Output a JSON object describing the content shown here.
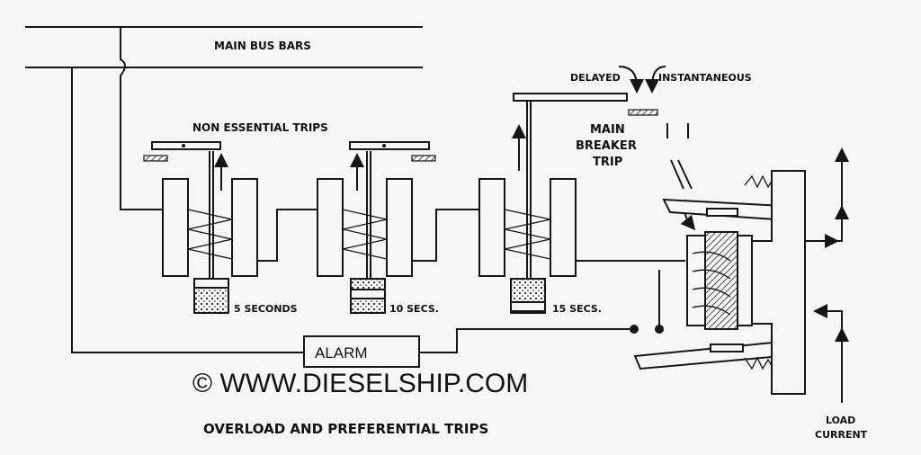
{
  "labels": {
    "main_bus_bars": "MAIN BUS BARS",
    "non_essential_trips": "NON ESSENTIAL TRIPS",
    "delayed": "DELAYED",
    "instantaneous": "INSTANTANEOUS",
    "main_breaker_trip_line1": "MAIN",
    "main_breaker_trip_line2": "BREAKER",
    "main_breaker_trip_line3": "TRIP",
    "timer_1": "5 SECONDS",
    "timer_2": "10 SECS.",
    "timer_3": "15 SECS.",
    "alarm": "ALARM",
    "load_current_line1": "LOAD",
    "load_current_line2": "CURRENT"
  },
  "watermark": "© WWW.DIESELSHIP.COM",
  "caption": "OVERLOAD AND PREFERENTIAL TRIPS"
}
